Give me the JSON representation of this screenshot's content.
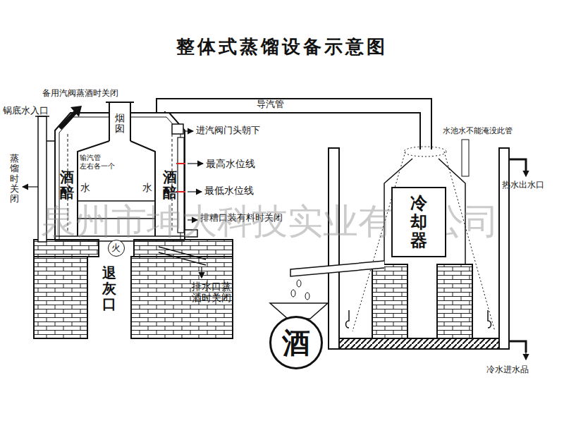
{
  "diagram": {
    "title": "整体式蒸馏设备示意图",
    "nodes": [
      {
        "text": [
          "火"
        ]
      },
      {
        "text": [
          "冷却器"
        ]
      },
      {
        "text": [
          "酒"
        ]
      }
    ],
    "labels": [
      "备用汽阀蒸酒时关闭",
      "锅底水入口",
      "烟囱",
      "导汽管",
      "进汽阀门头朝下",
      "蒸馏时关闭",
      "输汽管 左右各一个",
      "酒醅",
      "酒醅",
      "最高水位线",
      "水",
      "水",
      "最低水位线",
      "排糟口装有料时关闭",
      "退灰口",
      "排水口蒸 酒时关闭",
      "水池水不能淹没此管",
      "热水出水口",
      "冷水进水品",
      "泉州市坤大科技实业有限公司"
    ]
  }
}
